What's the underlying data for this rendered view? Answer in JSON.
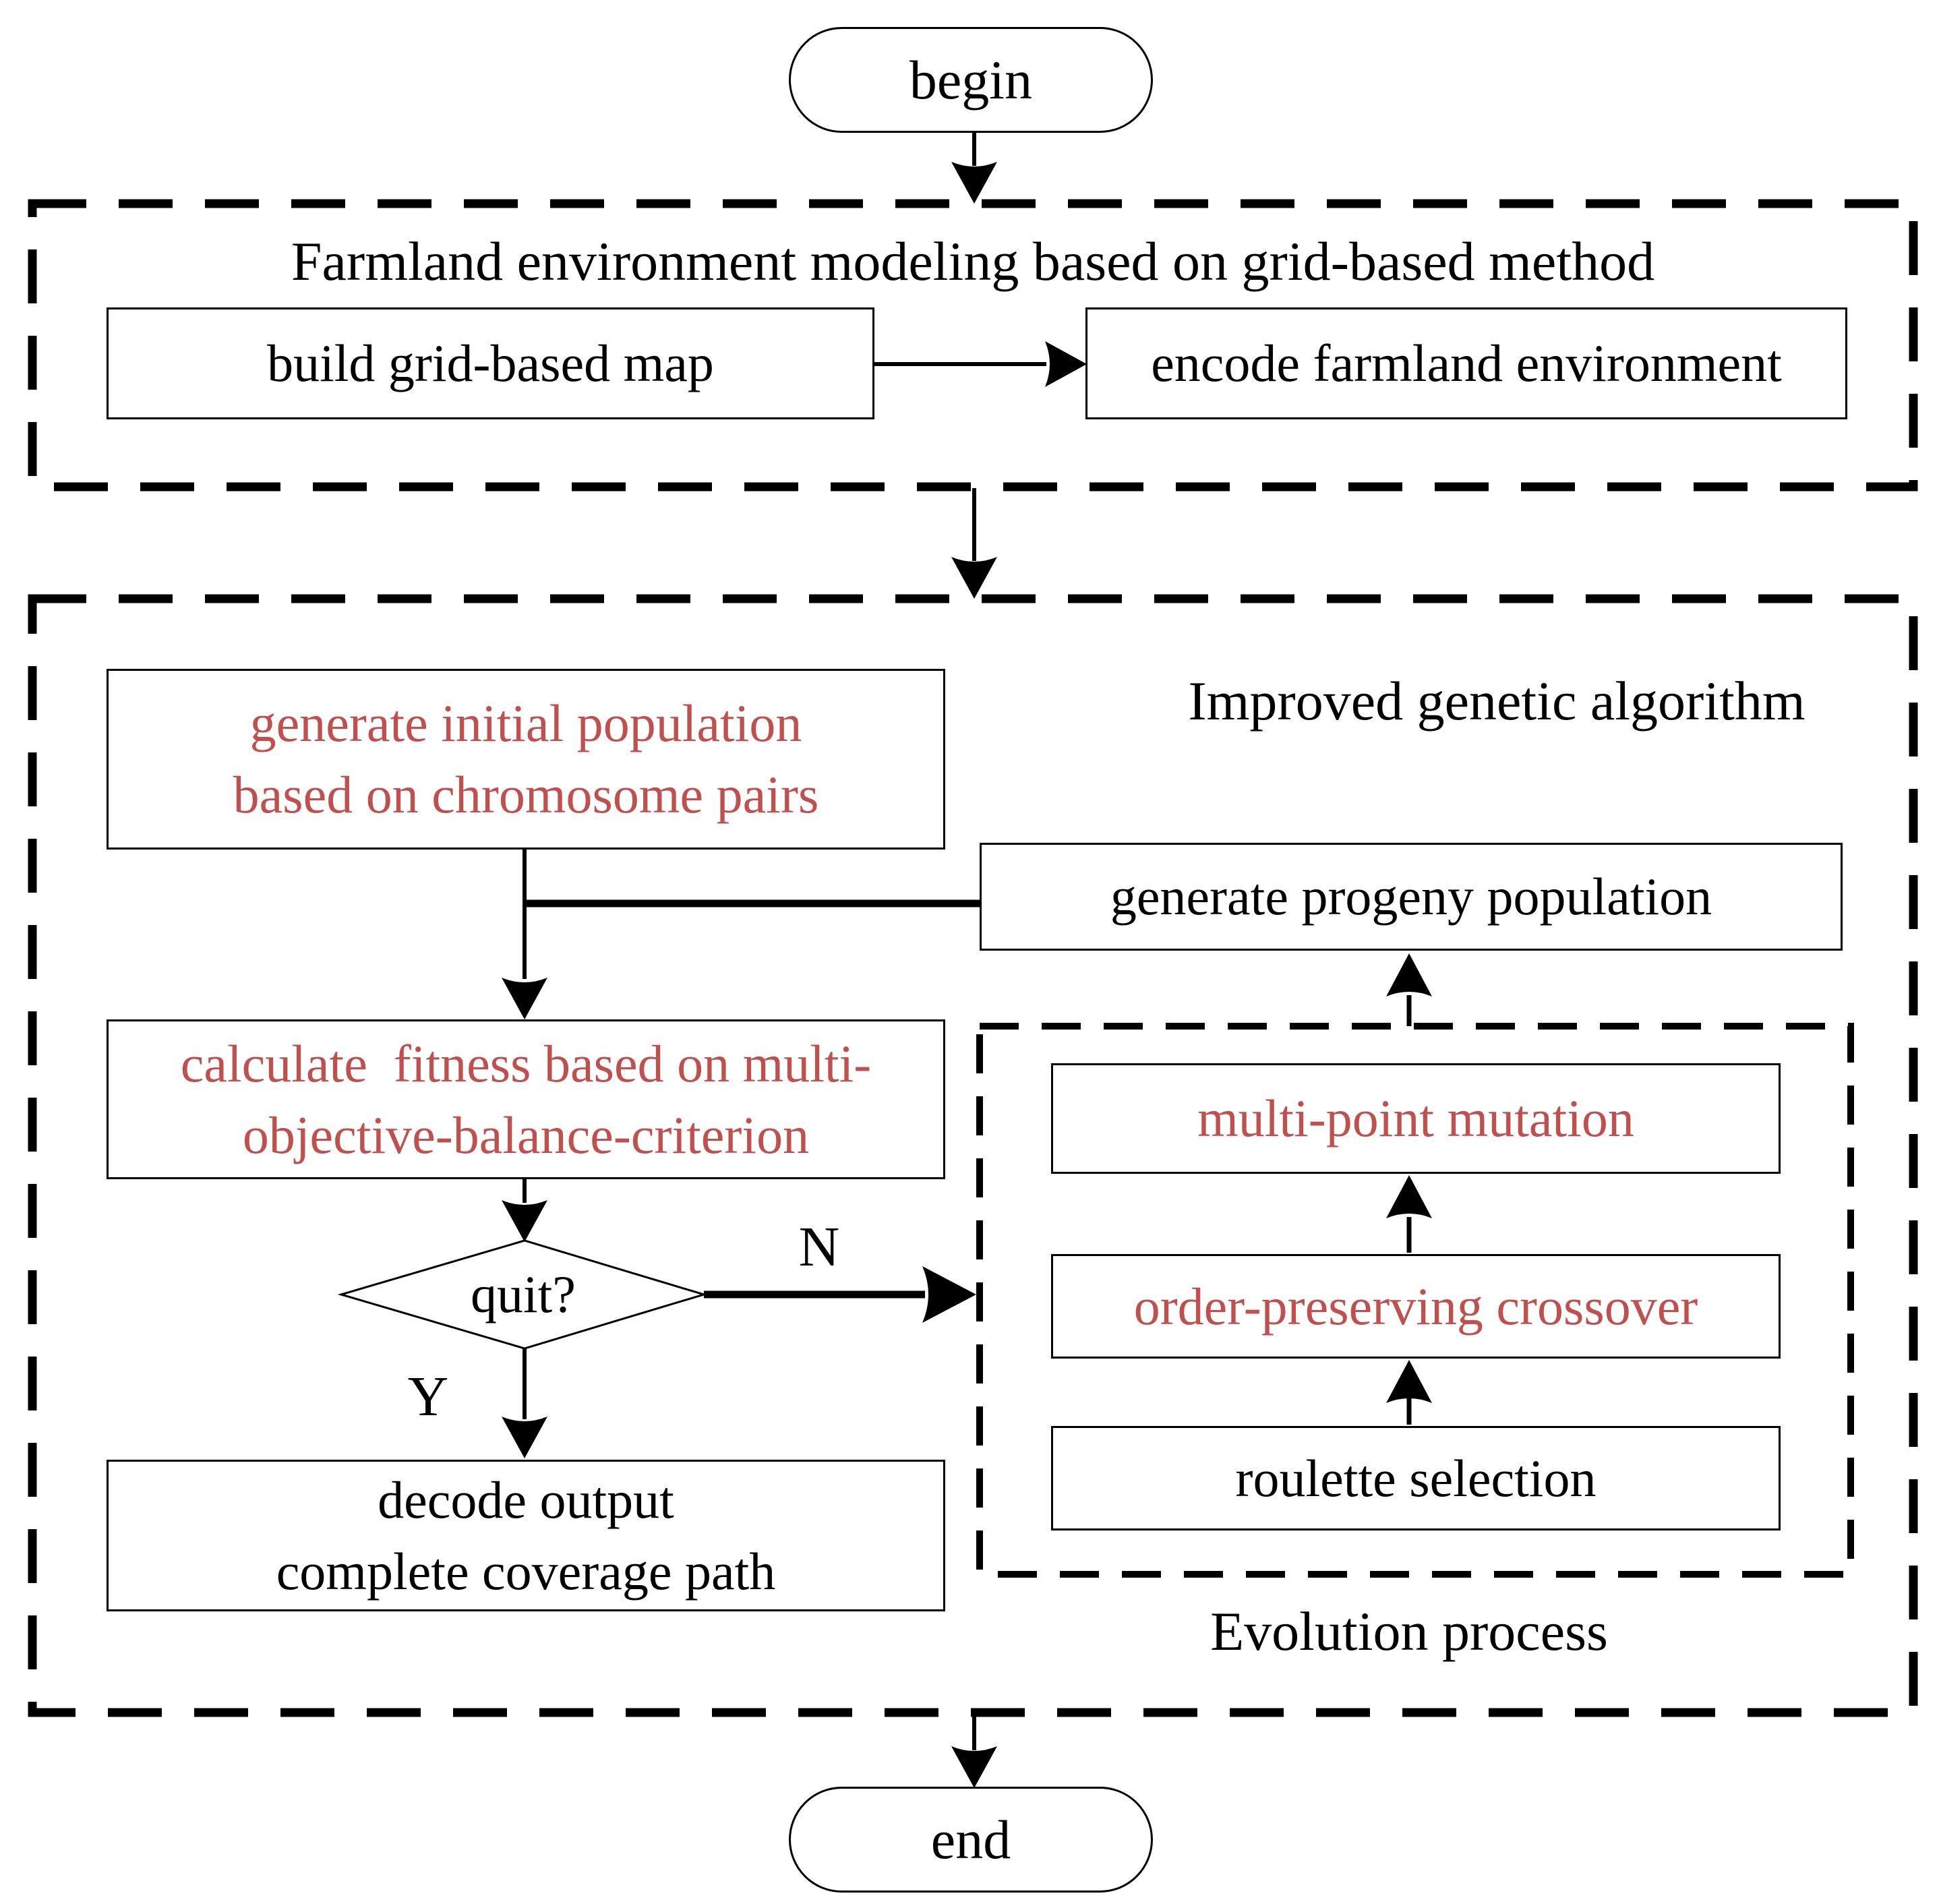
{
  "diagram": {
    "terminals": {
      "begin": "begin",
      "end": "end"
    },
    "sections": {
      "farmland": {
        "title": "Farmland environment modeling based on grid-based method"
      },
      "genetic": {
        "title": "Improved genetic algorithm"
      },
      "evolution": {
        "title": "Evolution process"
      }
    },
    "nodes": {
      "build_map": {
        "label": "build grid-based map"
      },
      "encode_env": {
        "label": "encode farmland environment"
      },
      "generate_initial": {
        "label": "generate initial population\nbased on chromosome pairs"
      },
      "generate_progeny": {
        "label": "generate progeny population"
      },
      "calculate_fitness": {
        "label": "calculate  fitness based on multi-\nobjective-balance-criterion"
      },
      "quit_decision": {
        "label": "quit?"
      },
      "decode_output": {
        "label": "decode output\ncomplete coverage path"
      },
      "multi_point_mutation": {
        "label": "multi-point mutation"
      },
      "order_preserving_crossover": {
        "label": "order-preserving crossover"
      },
      "roulette_selection": {
        "label": "roulette selection"
      }
    },
    "edge_labels": {
      "no": "N",
      "yes": "Y"
    },
    "colors": {
      "highlight_text": "#C0504D",
      "line": "#000000",
      "background": "#FFFFFF"
    }
  }
}
